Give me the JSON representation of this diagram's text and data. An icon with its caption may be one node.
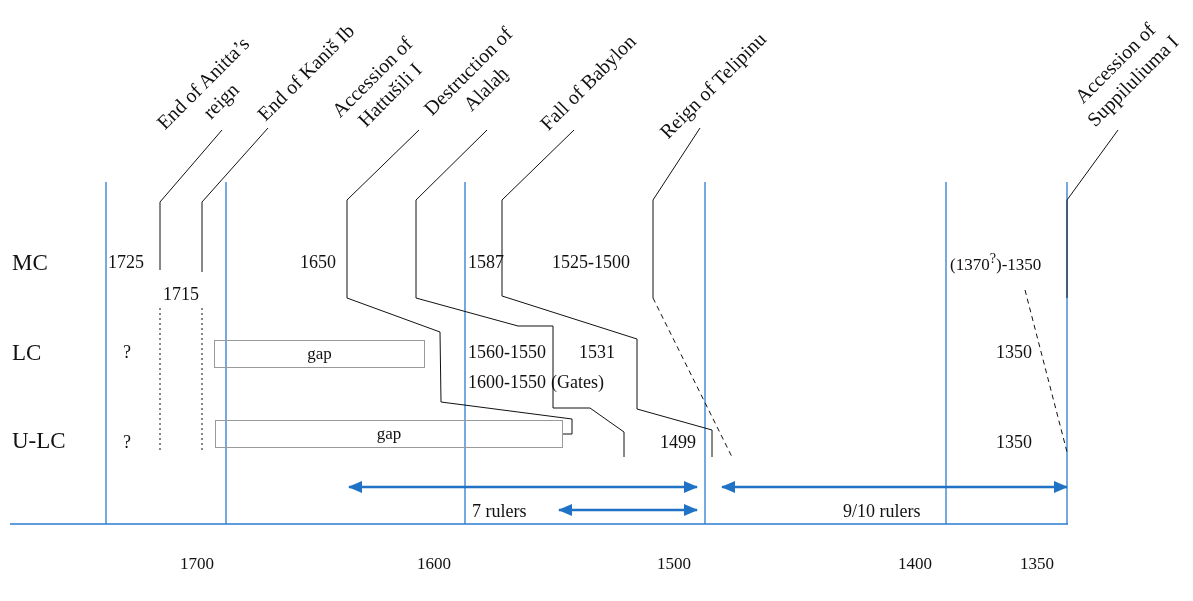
{
  "diagram": {
    "nodes": [
      {
        "text": [
          "End of Anitta’s reign"
        ]
      },
      {
        "text": [
          "End of Kaniš Ib"
        ]
      },
      {
        "text": [
          "Accession of Hattušili I"
        ]
      },
      {
        "text": [
          "Destruction of Alalaḫ"
        ]
      },
      {
        "text": [
          "Fall of Babylon"
        ]
      },
      {
        "text": [
          "Reign of Telipinu"
        ]
      },
      {
        "text": [
          "Accession of Suppiluliuma I"
        ]
      },
      {
        "text": [
          "gap"
        ]
      },
      {
        "text": [
          "gap"
        ]
      }
    ],
    "edges": [
      {
        "from": 0,
        "to": null,
        "arrow": "none"
      },
      {
        "from": 1,
        "to": null,
        "arrow": "none"
      },
      {
        "from": 2,
        "to": 8,
        "arrow": "none"
      },
      {
        "from": 3,
        "to": null,
        "arrow": "none"
      },
      {
        "from": 4,
        "to": null,
        "arrow": "none"
      },
      {
        "from": 5,
        "to": null,
        "arrow": "none"
      },
      {
        "from": 6,
        "to": null,
        "arrow": "none"
      }
    ],
    "labels": [
      "MC",
      "1725",
      "1650",
      "1587",
      "1525-1500",
      "(1370$^{?}$)-1350",
      "1715",
      "LC",
      "?",
      "1560-1550",
      "1531",
      "1350",
      "1600-1550",
      "(Gates)",
      "U-LC",
      "?",
      "1499",
      "1350",
      "7 rulers",
      "9/10 rulers",
      "1700",
      "1600",
      "1500",
      "1400",
      "1350"
    ]
  }
}
